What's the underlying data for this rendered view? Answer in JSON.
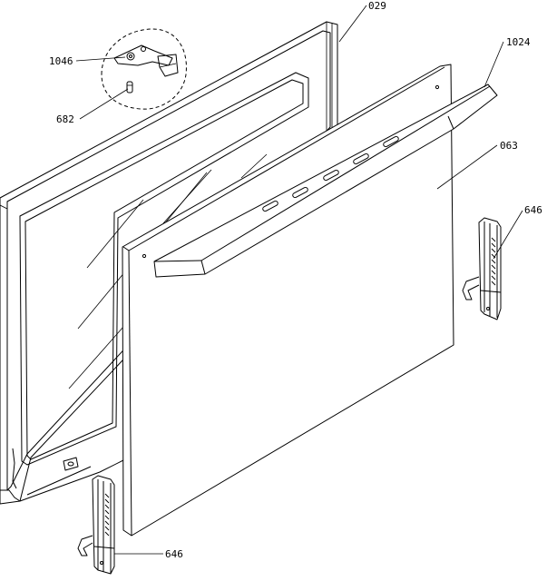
{
  "callouts": [
    {
      "id": "c029",
      "label": "029"
    },
    {
      "id": "c1024",
      "label": "1024"
    },
    {
      "id": "c1046",
      "label": "1046"
    },
    {
      "id": "c682",
      "label": "682"
    },
    {
      "id": "c063",
      "label": "063"
    },
    {
      "id": "c646a",
      "label": "646"
    },
    {
      "id": "c646b",
      "label": "646"
    }
  ]
}
